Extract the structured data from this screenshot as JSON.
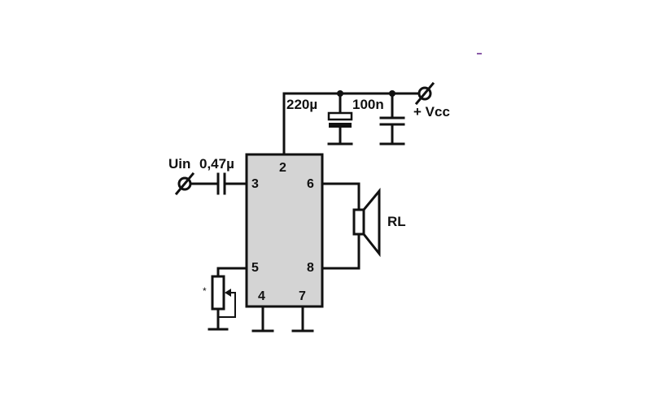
{
  "labels": {
    "input": "Uin",
    "input_cap": "0,47µ",
    "electrolytic_cap": "220µ",
    "ceramic_cap": "100n",
    "supply": "+ Vcc",
    "load": "RL"
  },
  "pins": [
    "2",
    "3",
    "6",
    "5",
    "8",
    "4",
    "7"
  ],
  "colors": {
    "ic_fill": "#d4d4d4",
    "ink": "#111111",
    "stray_mark": "#8a5aa8"
  }
}
